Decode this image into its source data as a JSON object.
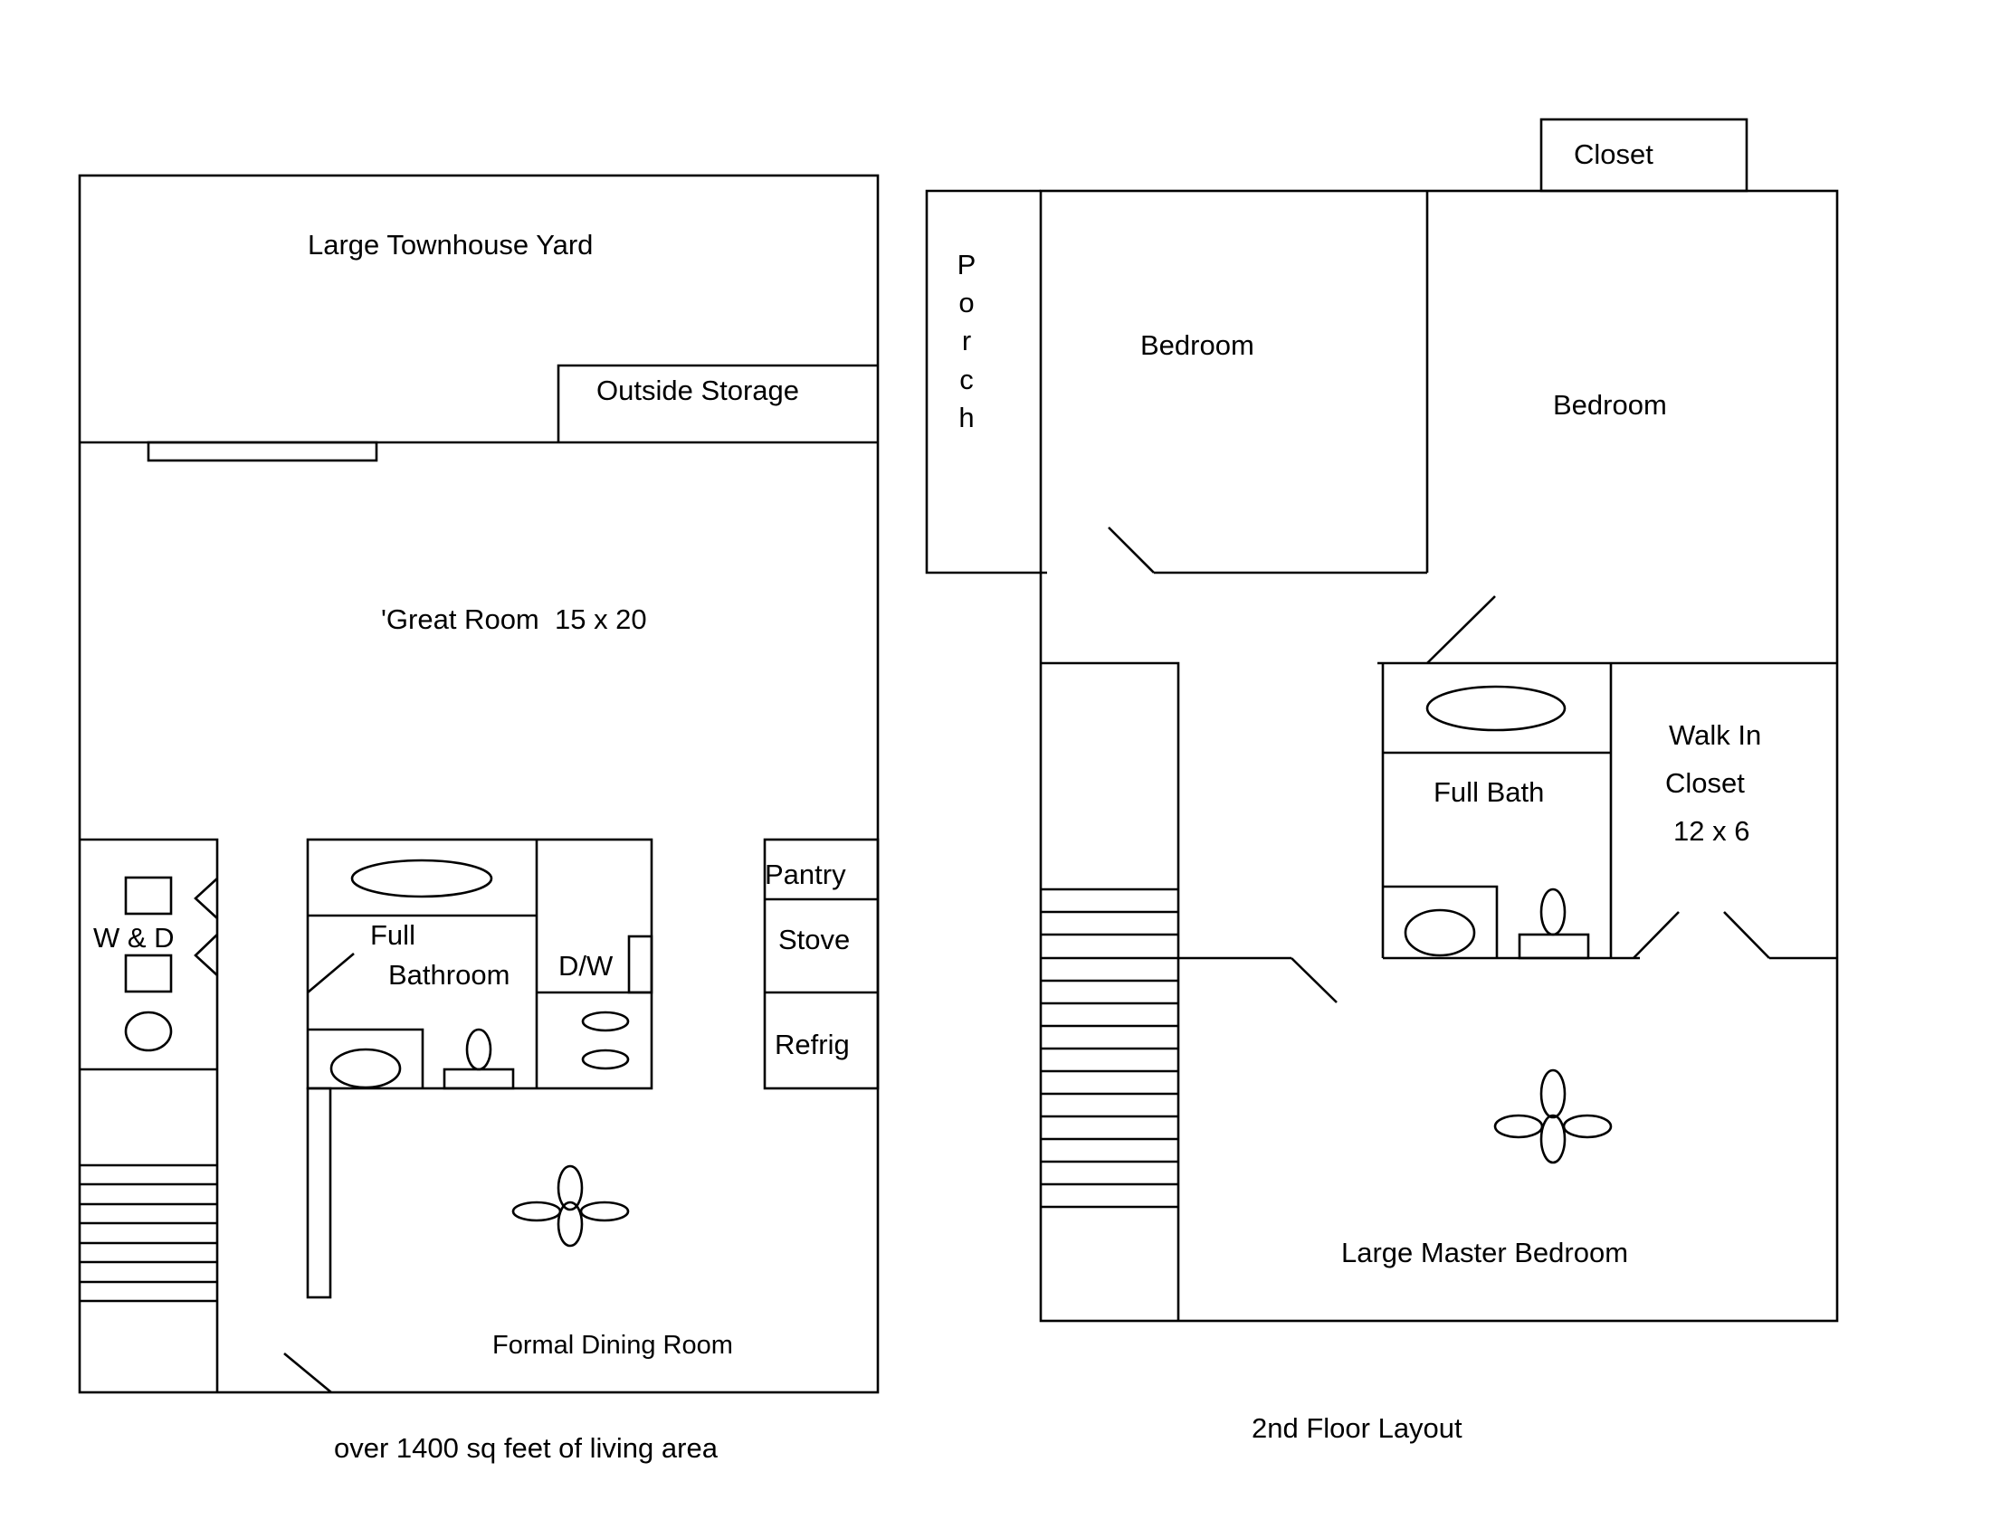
{
  "first_floor": {
    "yard": "Large Townhouse Yard",
    "outside_storage": "Outside Storage",
    "great_room": "'Great Room  15 x 20",
    "washer_dryer": "W & D",
    "full_bathroom_line1": "Full",
    "full_bathroom_line2": "Bathroom",
    "dishwasher": "D/W",
    "pantry": "Pantry",
    "stove": "Stove",
    "refrigerator": "Refrig",
    "formal_dining": "Formal Dining Room",
    "caption": "over 1400 sq feet of living area"
  },
  "second_floor": {
    "closet": "Closet",
    "porch_letters": [
      "P",
      "o",
      "r",
      "c",
      "h"
    ],
    "bedroom_left": "Bedroom",
    "bedroom_right": "Bedroom",
    "full_bath": "Full Bath",
    "walk_in_line1": "Walk In",
    "walk_in_line2": "Closet",
    "walk_in_line3": "12 x 6",
    "master_bedroom": "Large Master Bedroom",
    "caption": "2nd Floor Layout"
  }
}
